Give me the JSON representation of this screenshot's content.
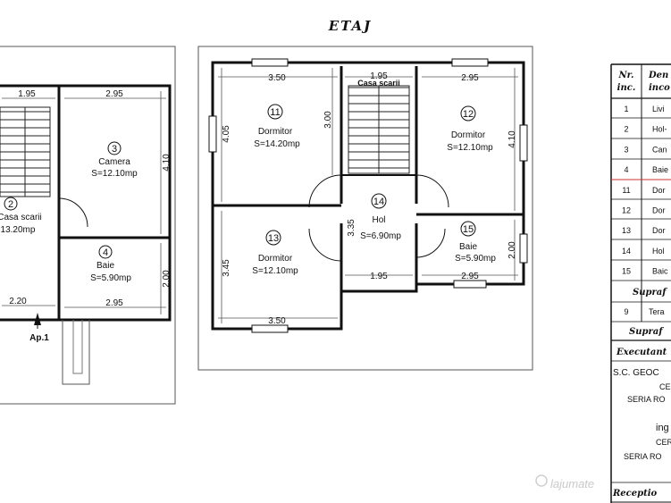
{
  "title": "ETAJ",
  "ground": {
    "dims": {
      "top_left": "1.95",
      "top_right": "2.95",
      "bottom_left": "2.20",
      "bottom_right": "2.95",
      "right_top": "4.10",
      "right_bottom": "2.00"
    },
    "rooms": {
      "camera": {
        "num": "3",
        "name": "Camera",
        "area": "S=12.10mp"
      },
      "baie": {
        "num": "4",
        "name": "Baie",
        "area": "S=5.90mp"
      },
      "scara": {
        "num": "2",
        "name": "Casa scarii",
        "area": "13.20mp"
      }
    },
    "entrance": "Ap.1"
  },
  "etaj": {
    "dims": {
      "top1": "3.50",
      "top2": "1.95",
      "top3": "2.95",
      "left1": "4.05",
      "left2": "3.45",
      "inner1": "3.00",
      "right1": "4.10",
      "right2": "2.00",
      "bottom1": "3.50",
      "bottom2": "1.95",
      "bottom3": "2.95",
      "hol_v": "3.35"
    },
    "rooms": {
      "r11": {
        "num": "11",
        "name": "Dormitor",
        "area": "S=14.20mp"
      },
      "r12": {
        "num": "12",
        "name": "Dormitor",
        "area": "S=12.10mp"
      },
      "r13": {
        "num": "13",
        "name": "Dormitor",
        "area": "S=12.10mp"
      },
      "r14": {
        "num": "14",
        "name": "Hol",
        "area": "S=6.90mp"
      },
      "r15": {
        "num": "15",
        "name": "Baie",
        "area": "S=5.90mp"
      },
      "scara": {
        "name": "Casa scarii"
      }
    }
  },
  "table": {
    "header": {
      "nr1": "Nr.",
      "nr2": "inc.",
      "den1": "Den",
      "den2": "inco"
    },
    "rows": [
      {
        "nr": "1",
        "den": "Livi"
      },
      {
        "nr": "2",
        "den": "Hol-"
      },
      {
        "nr": "3",
        "den": "Can"
      },
      {
        "nr": "4",
        "den": "Baie"
      },
      {
        "nr": "11",
        "den": "Dor"
      },
      {
        "nr": "12",
        "den": "Dor"
      },
      {
        "nr": "13",
        "den": "Dor"
      },
      {
        "nr": "14",
        "den": "Hol"
      },
      {
        "nr": "15",
        "den": "Baic"
      }
    ],
    "supraf1": "Supraf",
    "row9": {
      "nr": "9",
      "den": "Tera"
    },
    "supraf2": "Supraf",
    "executant": "Executant",
    "company": "S.C. GEOC",
    "cer1": "CE",
    "seria1": "SERIA RO",
    "ing": "ing",
    "cer2": "CER",
    "seria2": "SERIA RO",
    "receptie": "Receptio"
  },
  "watermark": "lajumate"
}
